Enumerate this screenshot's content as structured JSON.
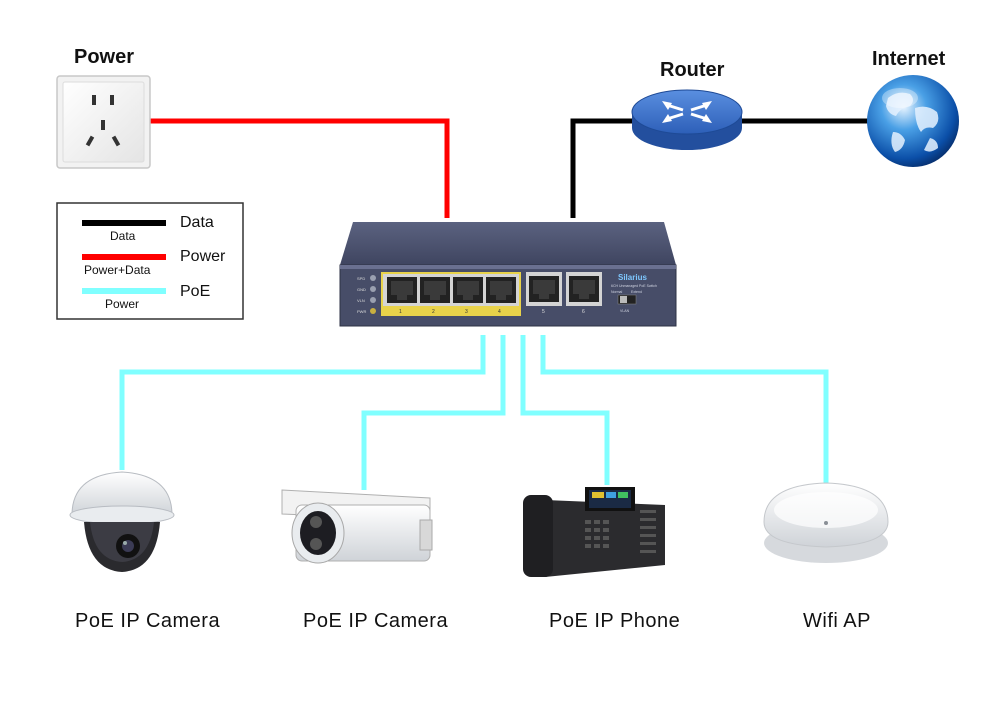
{
  "labels": {
    "power": "Power",
    "router": "Router",
    "internet": "Internet"
  },
  "legend": {
    "items": [
      {
        "label": "Data",
        "sublabel": "Data",
        "color": "#000000"
      },
      {
        "label": "Power",
        "sublabel": "Power+Data",
        "color": "#ff0000"
      },
      {
        "label": "PoE",
        "sublabel": "Power",
        "color": "#80ffff"
      }
    ]
  },
  "switch": {
    "brand": "Silarius",
    "model": "6CH Unmanaged PoE Switch",
    "leds": [
      "SPD",
      "GND",
      "VLN",
      "PWR"
    ],
    "port_labels": [
      "1",
      "2",
      "3",
      "4",
      "5",
      "6"
    ],
    "switch_labels": [
      "Normal",
      "Extend",
      "VLAN"
    ]
  },
  "devices": [
    {
      "label": "PoE IP Camera"
    },
    {
      "label": "PoE IP Camera"
    },
    {
      "label": "PoE IP Phone"
    },
    {
      "label": "Wifi AP"
    }
  ],
  "colors": {
    "data": "#000000",
    "power": "#ff0000",
    "poe": "#80ffff"
  }
}
